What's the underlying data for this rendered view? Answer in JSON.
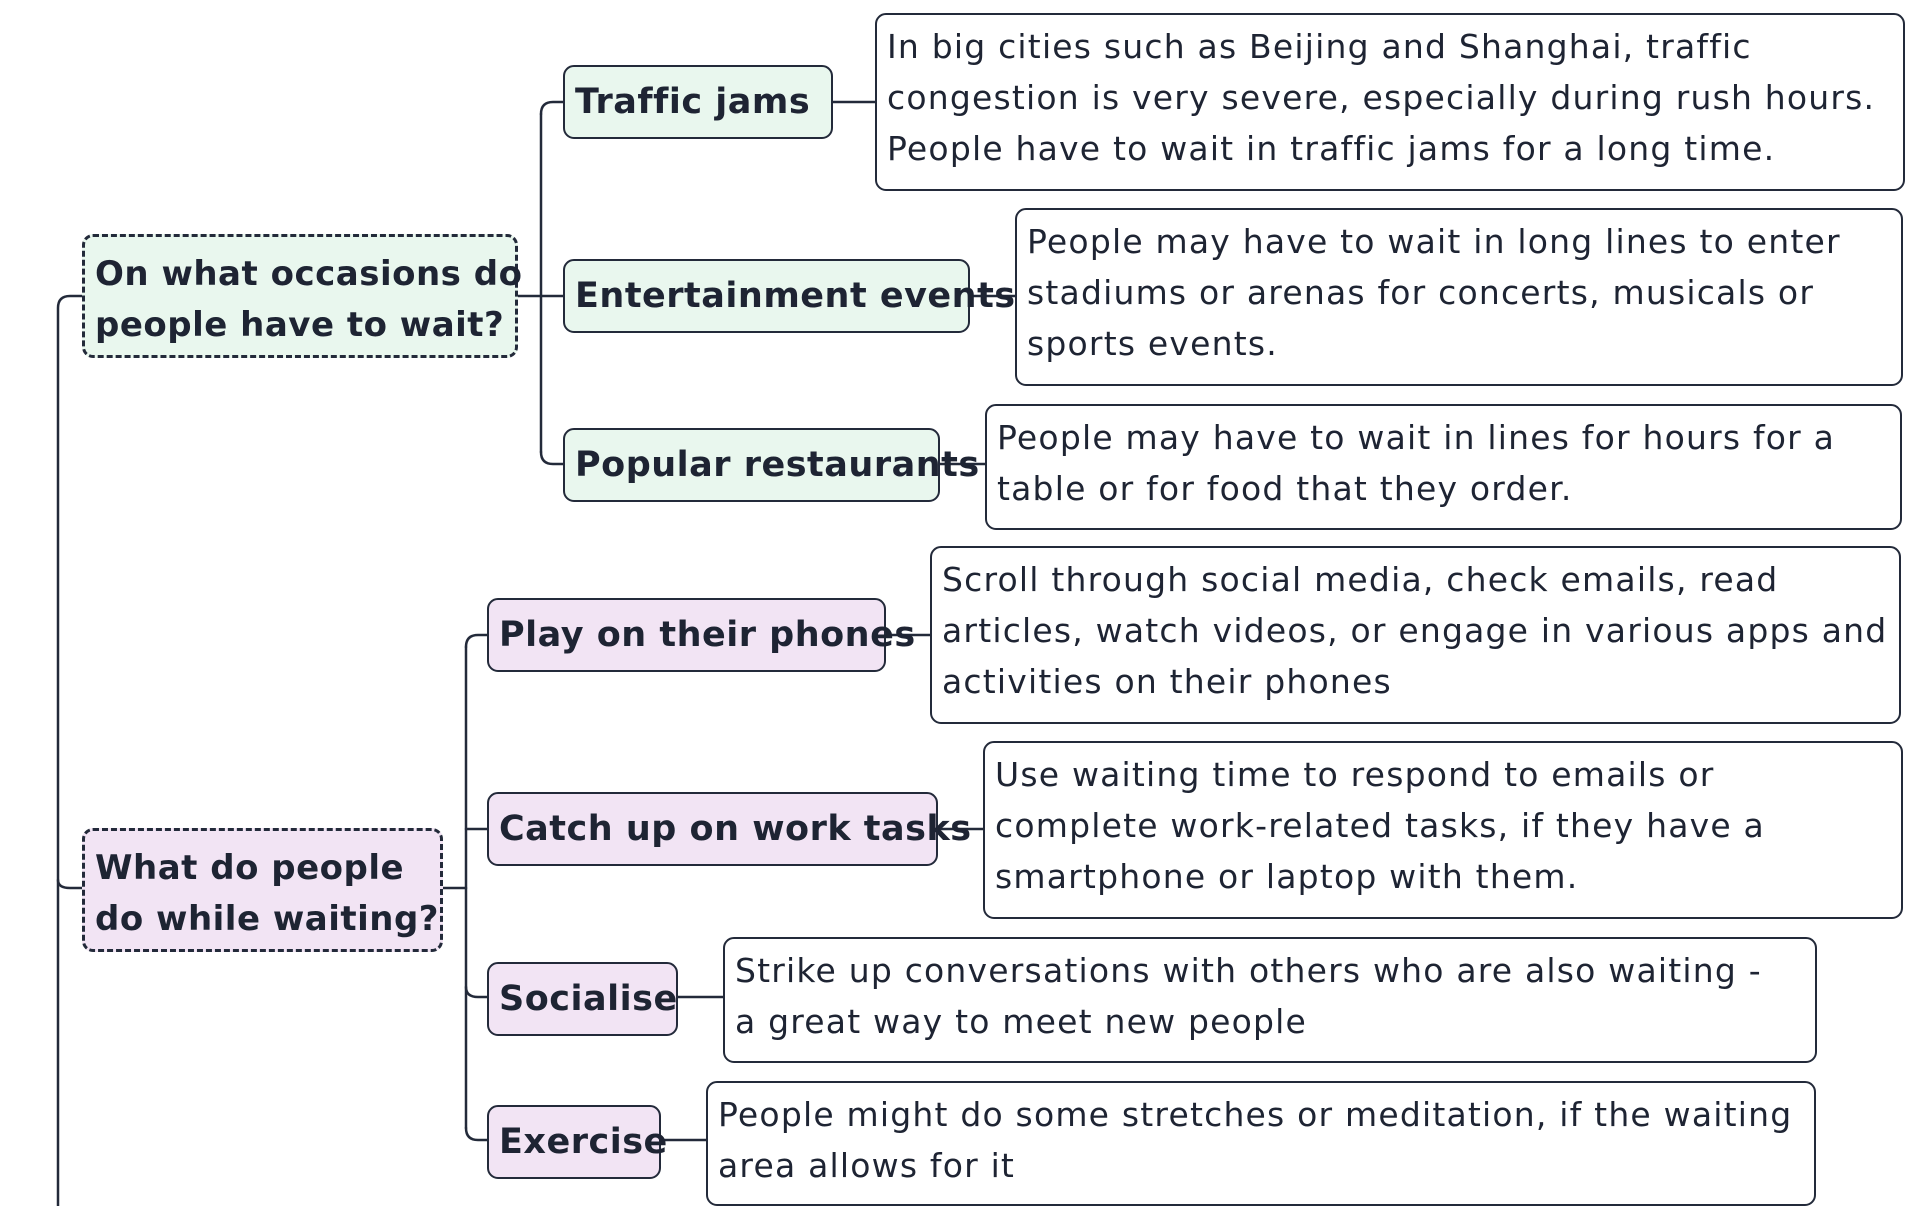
{
  "colors": {
    "group1_fill": "#e9f7ee",
    "group2_fill": "#f2e4f4",
    "stroke": "#232a3a"
  },
  "groups": [
    {
      "topic": [
        "On what occasions do",
        "people have to wait?"
      ],
      "items": [
        {
          "label": "Traffic jams",
          "detail": [
            "In big cities such as Beijing and Shanghai, traffic",
            "congestion is very severe, especially during rush hours.",
            "People have to wait in traffic jams for a long time."
          ]
        },
        {
          "label": "Entertainment events",
          "detail": [
            "People may have to wait in long lines to enter",
            "stadiums or arenas for concerts, musicals or",
            "sports events."
          ]
        },
        {
          "label": "Popular restaurants",
          "detail": [
            "People may have to wait in lines for hours for a",
            "table or for food that they order."
          ]
        }
      ]
    },
    {
      "topic": [
        "What do people",
        "do while waiting?"
      ],
      "items": [
        {
          "label": "Play on their phones",
          "detail": [
            "Scroll through social media, check emails, read",
            "articles, watch videos, or engage in various apps and",
            "activities on their phones"
          ]
        },
        {
          "label": "Catch up on work tasks",
          "detail": [
            "Use waiting time to respond to emails or",
            "complete work-related tasks, if they have a",
            "smartphone or laptop with them."
          ]
        },
        {
          "label": "Socialise",
          "detail": [
            "Strike up conversations with others who are also waiting -",
            "a great way to meet new people"
          ]
        },
        {
          "label": "Exercise",
          "detail": [
            "People might do some stretches or meditation, if the waiting",
            "area allows for it"
          ]
        }
      ]
    }
  ]
}
